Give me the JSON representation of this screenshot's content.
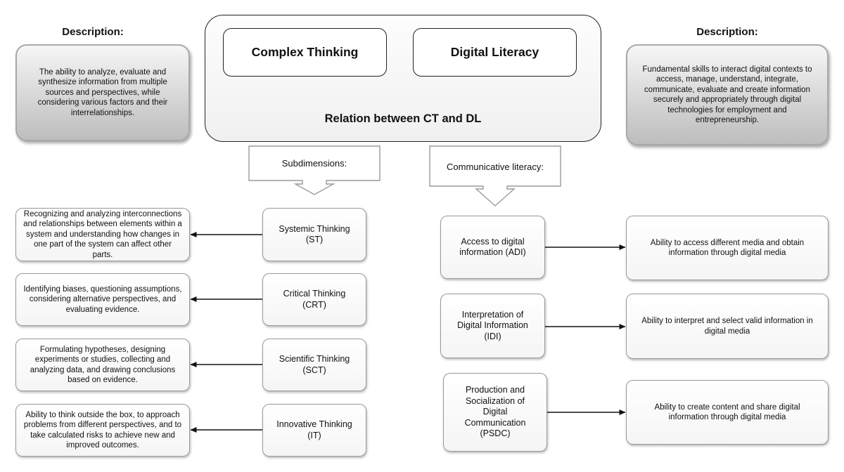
{
  "left_panel": {
    "heading": "Description:",
    "text": "The ability to analyze, evaluate and synthesize information from multiple sources and perspectives, while considering various factors and their interrelationships."
  },
  "right_panel": {
    "heading": "Description:",
    "text": "Fundamental skills to interact digital contexts to access, manage, understand, integrate, communicate, evaluate and create information securely and appropriately through digital technologies for employment and entrepreneurship."
  },
  "center": {
    "complex_thinking": "Complex Thinking",
    "digital_literacy": "Digital Literacy",
    "relation": "Relation between CT and DL"
  },
  "callouts": {
    "subdimensions": "Subdimensions:",
    "communicative_literacy": "Communicative literacy:"
  },
  "ct_dimensions": [
    {
      "name": "Systemic Thinking\n(ST)",
      "description": "Recognizing and analyzing interconnections and relationships between elements within a system and understanding how changes in one part of the system can affect other parts."
    },
    {
      "name": "Critical Thinking\n(CRT)",
      "description": "Identifying biases, questioning assumptions, considering alternative perspectives, and evaluating evidence."
    },
    {
      "name": "Scientific Thinking\n(SCT)",
      "description": "Formulating hypotheses, designing experiments or studies, collecting and analyzing data, and drawing conclusions based on evidence."
    },
    {
      "name": "Innovative Thinking\n(IT)",
      "description": "Ability to think outside the box, to approach problems from different perspectives, and to take calculated risks to achieve new and improved outcomes."
    }
  ],
  "dl_dimensions": [
    {
      "name": "Access to digital\ninformation (ADI)",
      "description": "Ability to access different media and obtain information through digital media"
    },
    {
      "name": "Interpretation of\nDigital Information\n(IDI)",
      "description": "Ability to interpret and select valid information in digital media"
    },
    {
      "name": "Production and\nSocialization of\nDigital\nCommunication\n(PSDC)",
      "description": "Ability to create content and share digital information through digital media"
    }
  ]
}
